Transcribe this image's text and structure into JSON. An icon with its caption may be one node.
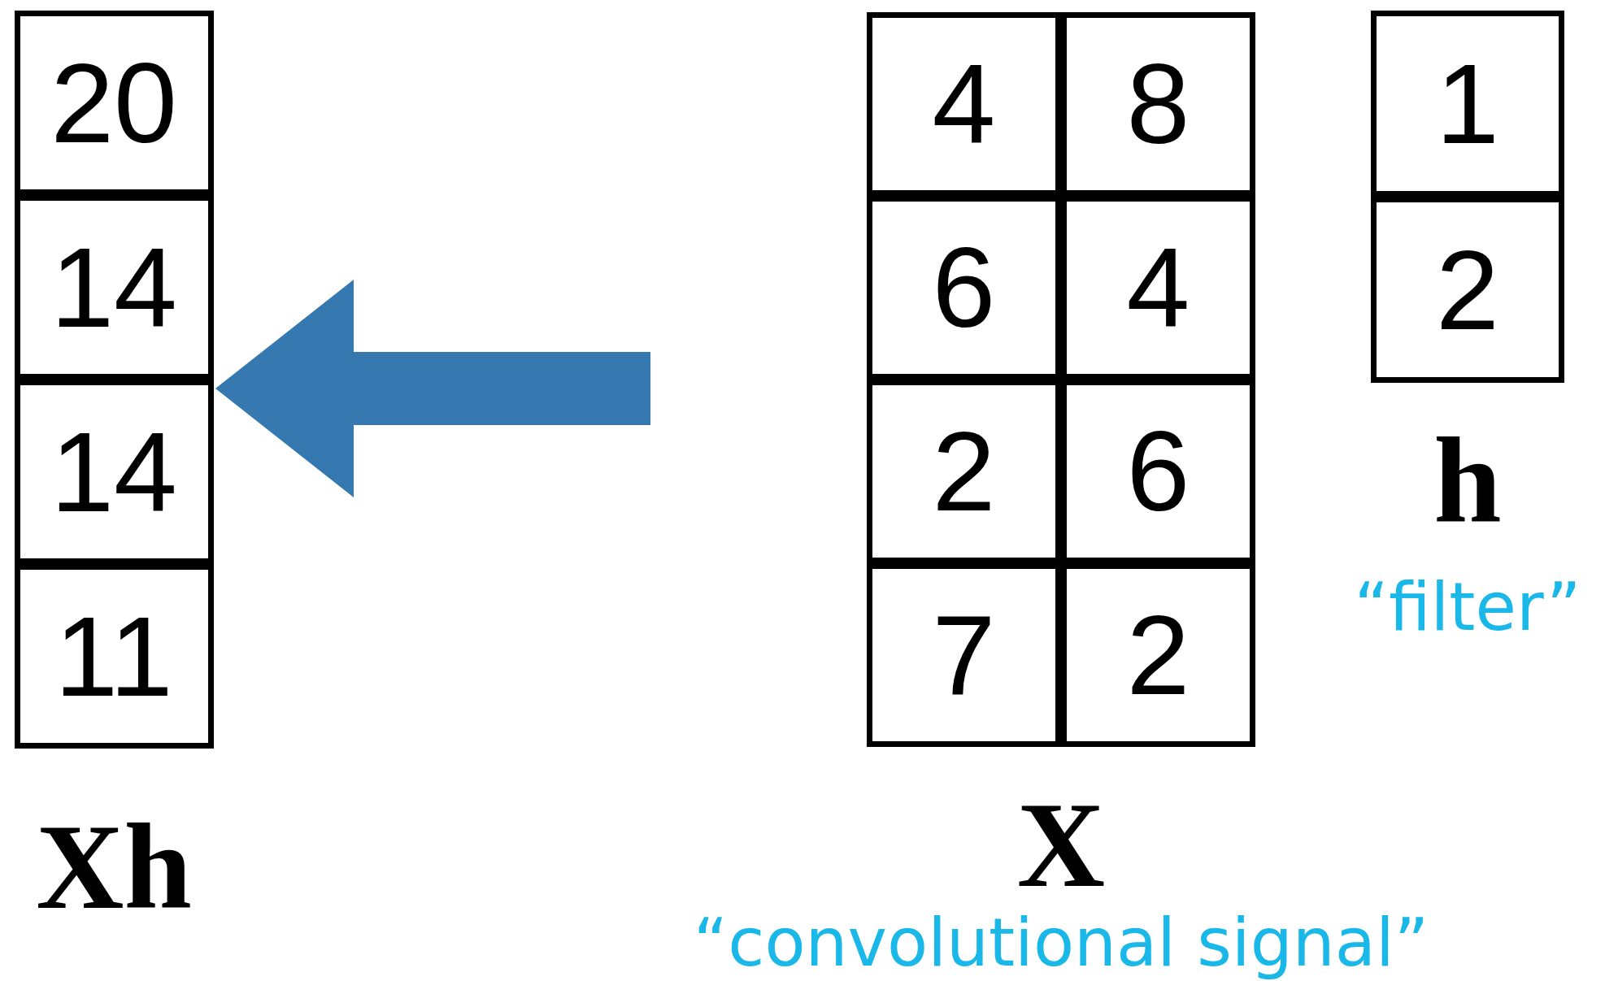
{
  "diagram": {
    "nodes": [
      {
        "text": [
          "Xh"
        ]
      },
      {
        "text": [
          "20"
        ],
        "in": 0
      },
      {
        "text": [
          "14"
        ],
        "in": 0
      },
      {
        "text": [
          "14"
        ],
        "in": 0
      },
      {
        "text": [
          "11"
        ],
        "in": 0
      },
      {
        "text": [
          "X",
          "“convolutional signal”"
        ]
      },
      {
        "text": [
          "4"
        ],
        "in": 5
      },
      {
        "text": [
          "8"
        ],
        "in": 5
      },
      {
        "text": [
          "6"
        ],
        "in": 5
      },
      {
        "text": [
          "4"
        ],
        "in": 5
      },
      {
        "text": [
          "2"
        ],
        "in": 5
      },
      {
        "text": [
          "6"
        ],
        "in": 5
      },
      {
        "text": [
          "7"
        ],
        "in": 5
      },
      {
        "text": [
          "2"
        ],
        "in": 5
      },
      {
        "text": [
          "h",
          "“filter”"
        ]
      },
      {
        "text": [
          "1"
        ],
        "in": 14
      },
      {
        "text": [
          "2"
        ],
        "in": 14
      }
    ],
    "edges": [
      {
        "from": 5,
        "to": 0,
        "arrow": "to"
      }
    ]
  }
}
